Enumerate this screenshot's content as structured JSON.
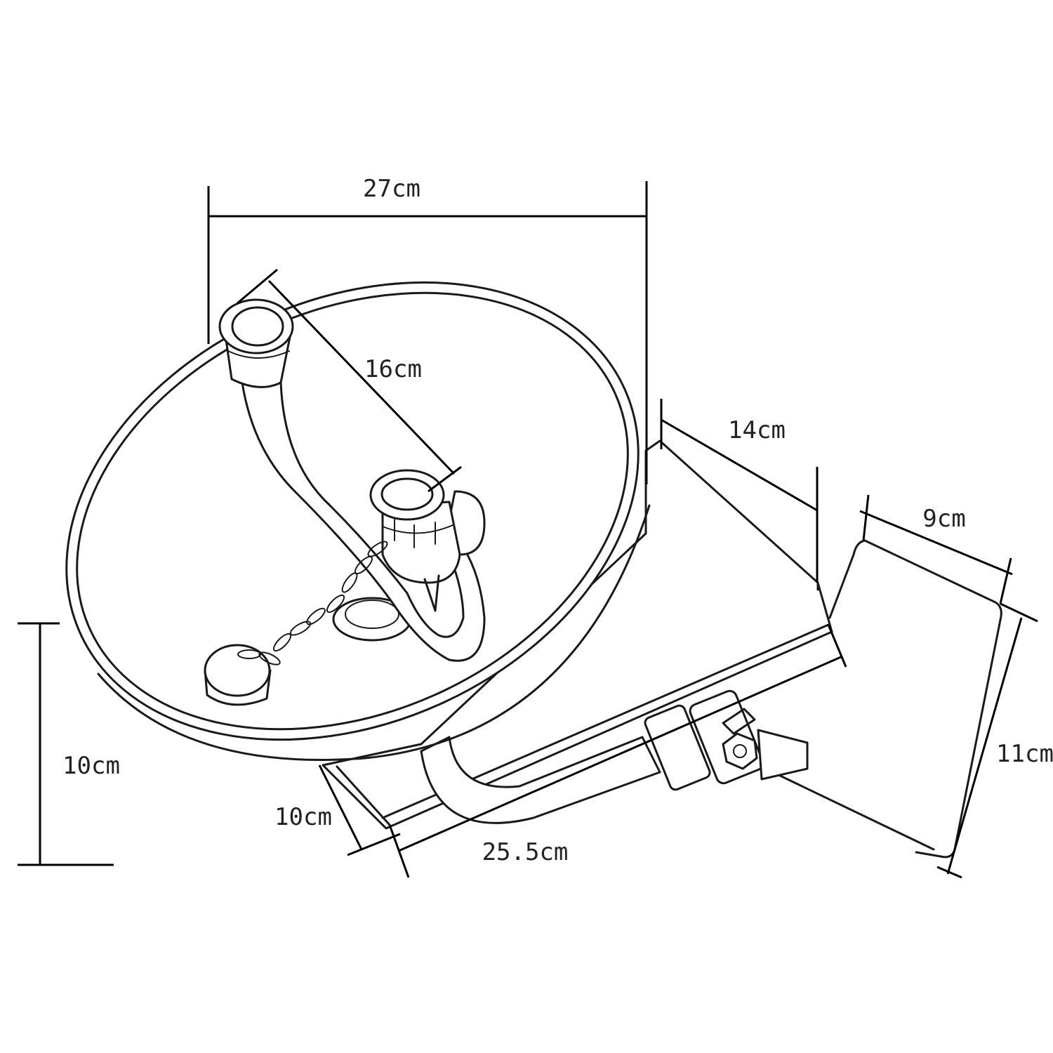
{
  "colors": {
    "line": "#1a1a1a",
    "background": "#ffffff",
    "label": "#222222"
  },
  "dimensions": {
    "basin_width": "27cm",
    "spout_spacing": "16cm",
    "base_depth": "14cm",
    "plate_width": "9cm",
    "plate_height": "11cm",
    "basin_height": "10cm",
    "base_height": "10cm",
    "base_length": "25.5cm"
  }
}
